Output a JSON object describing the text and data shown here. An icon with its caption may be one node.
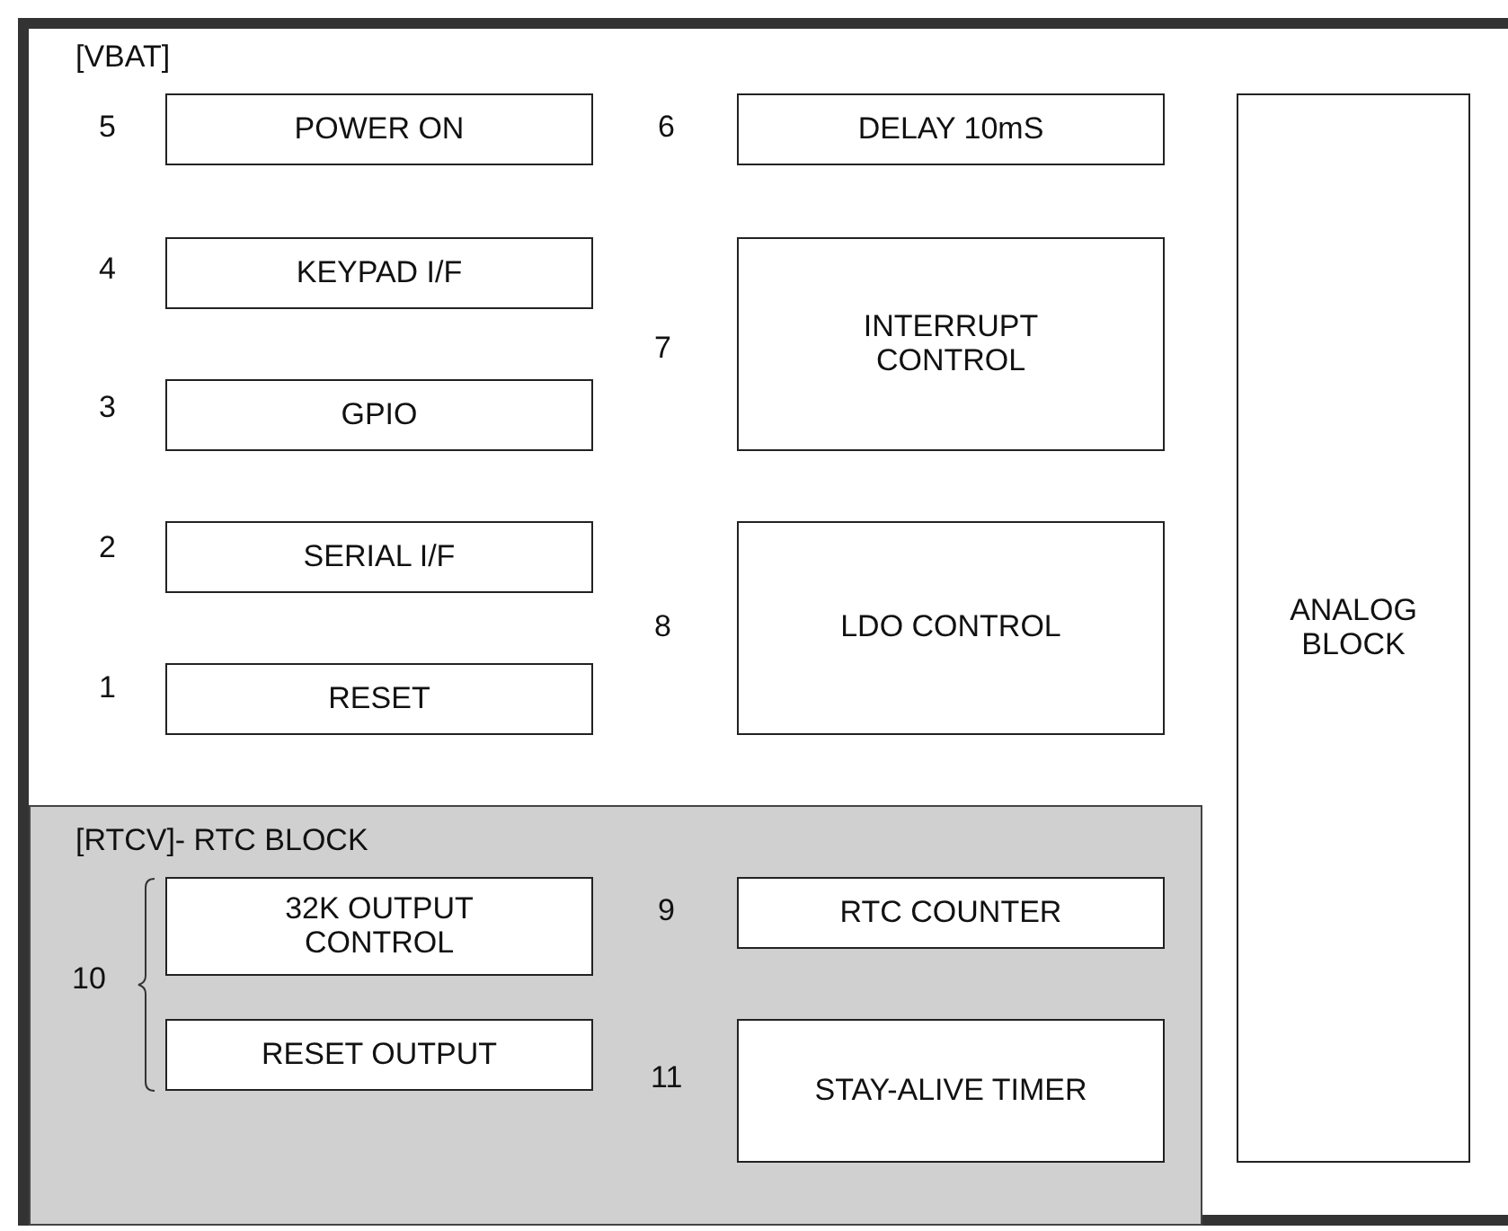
{
  "diagram": {
    "nodes": [
      {
        "text": [
          "[VBAT]"
        ]
      },
      {
        "text": [
          "POWER ON"
        ],
        "in": 0
      },
      {
        "text": [
          "DELAY 10mS"
        ],
        "in": 0
      },
      {
        "text": [
          "ANALOG BLOCK"
        ],
        "in": 0
      },
      {
        "text": [
          "KEYPAD I/F"
        ],
        "in": 0
      },
      {
        "text": [
          "INTERRUPT CONTROL"
        ],
        "in": 0
      },
      {
        "text": [
          "GPIO"
        ],
        "in": 0
      },
      {
        "text": [
          "SERIAL I/F"
        ],
        "in": 0
      },
      {
        "text": [
          "LDO CONTROL"
        ],
        "in": 0
      },
      {
        "text": [
          "RESET"
        ],
        "in": 0
      },
      {
        "text": [
          "[RTCV]- RTC BLOCK"
        ],
        "in": 0
      },
      {
        "text": [
          "32K OUTPUT CONTROL"
        ],
        "in": 10
      },
      {
        "text": [
          "RTC COUNTER"
        ],
        "in": 10
      },
      {
        "text": [
          "RESET OUTPUT"
        ],
        "in": 10
      },
      {
        "text": [
          "STAY-ALIVE TIMER"
        ],
        "in": 10
      }
    ],
    "edges": [],
    "labels": [
      "5",
      "6",
      "4",
      "7",
      "3",
      "2",
      "8",
      "1",
      "9",
      "10",
      "11"
    ]
  }
}
